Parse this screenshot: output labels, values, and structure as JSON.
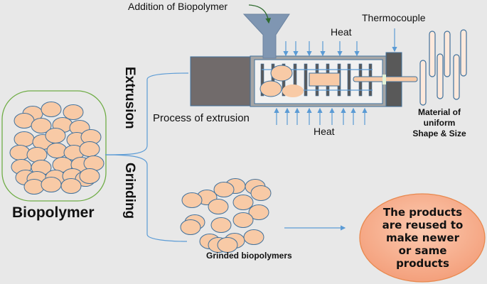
{
  "diagram": {
    "source_material": {
      "label": "Biopolymer"
    },
    "branches": [
      {
        "label": "Extrusion"
      },
      {
        "label": "Grinding"
      }
    ],
    "extrusion": {
      "feed_label": "Addition of Biopolymer",
      "sensor_label": "Thermocouple",
      "heat_top_label": "Heat",
      "heat_bottom_label": "Heat",
      "process_label": "Process of extrusion",
      "output_label": "Material of uniform Shape & Size"
    },
    "grinding": {
      "output_label": "Grinded biopolymers"
    },
    "result": {
      "label": "The products\nare reused to\nmake newer\nor same\nproducts"
    },
    "colors": {
      "background": "#e8e8e8",
      "particle_fill": "#f8caa6",
      "particle_stroke": "#41719c",
      "container_stroke": "#70ad47",
      "connector": "#5b9bd5",
      "hopper": "#7f96b2",
      "barrel": "#a6a6a6",
      "dark_block": "#5a5a5a",
      "feed_arrow": "#2f6b2f",
      "result_fill": "#f6ad89",
      "result_stroke": "#e8894f"
    }
  }
}
